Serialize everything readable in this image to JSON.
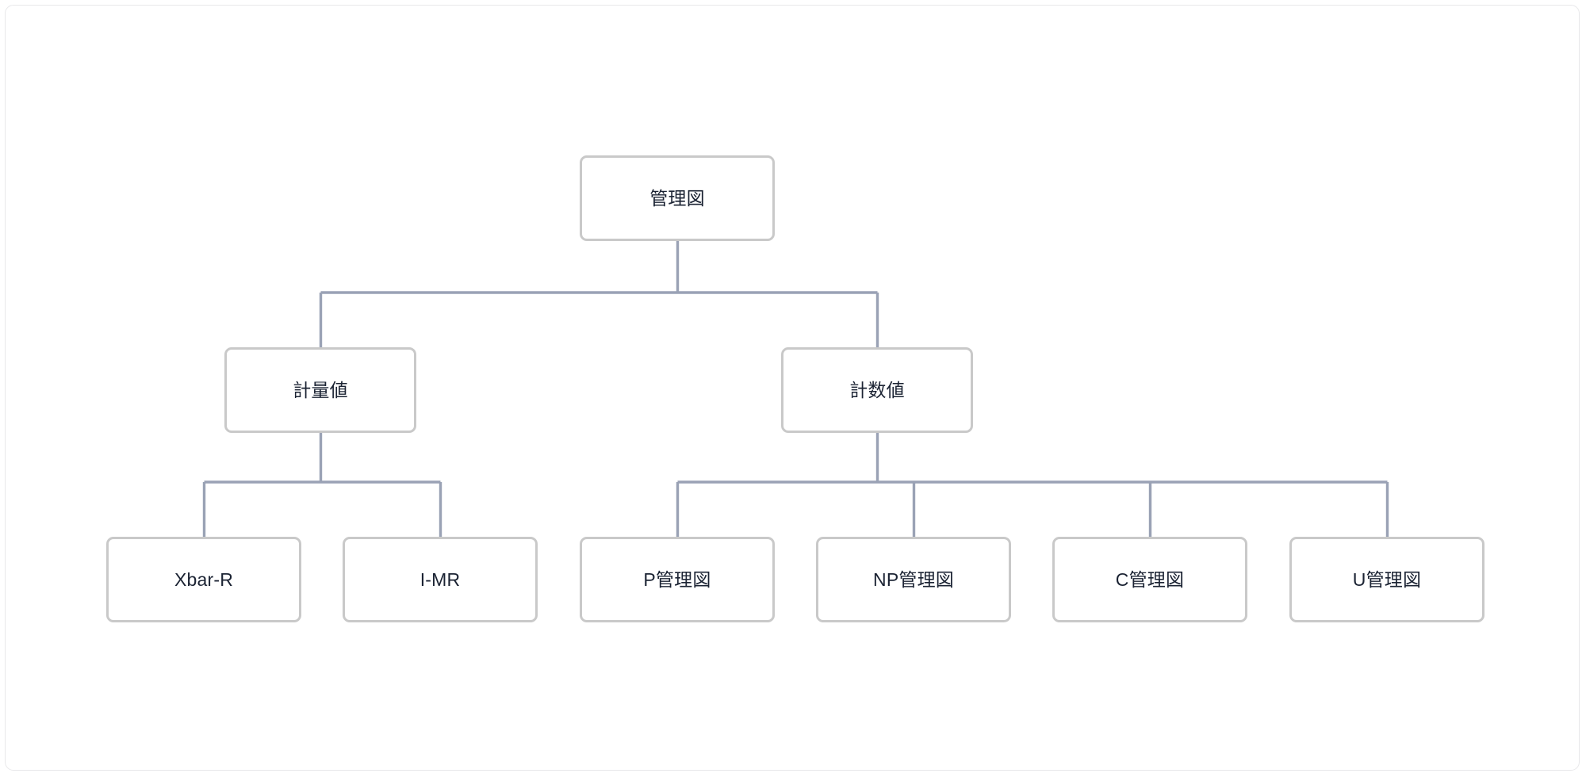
{
  "diagram": {
    "type": "tree",
    "orientation": "top-down",
    "title_text": "",
    "colors": {
      "node_border": "#c9c9c9",
      "node_fill": "#ffffff",
      "label_text": "#1b2333",
      "connector": "#9aa2b5",
      "container_border": "#e8e8ea",
      "page_background": "#ffffff"
    },
    "nodes": {
      "root": {
        "label": "管理図"
      },
      "level2": [
        {
          "label": "計量値"
        },
        {
          "label": "計数値"
        }
      ],
      "leaves": [
        {
          "label": "Xbar-R"
        },
        {
          "label": "I-MR"
        },
        {
          "label": "P管理図"
        },
        {
          "label": "NP管理図"
        },
        {
          "label": "C管理図"
        },
        {
          "label": "U管理図"
        }
      ]
    },
    "edges": [
      {
        "from": "管理図",
        "to": "計量値"
      },
      {
        "from": "管理図",
        "to": "計数値"
      },
      {
        "from": "計量値",
        "to": "Xbar-R"
      },
      {
        "from": "計量値",
        "to": "I-MR"
      },
      {
        "from": "計数値",
        "to": "P管理図"
      },
      {
        "from": "計数値",
        "to": "NP管理図"
      },
      {
        "from": "計数値",
        "to": "C管理図"
      },
      {
        "from": "計数値",
        "to": "U管理図"
      }
    ]
  }
}
